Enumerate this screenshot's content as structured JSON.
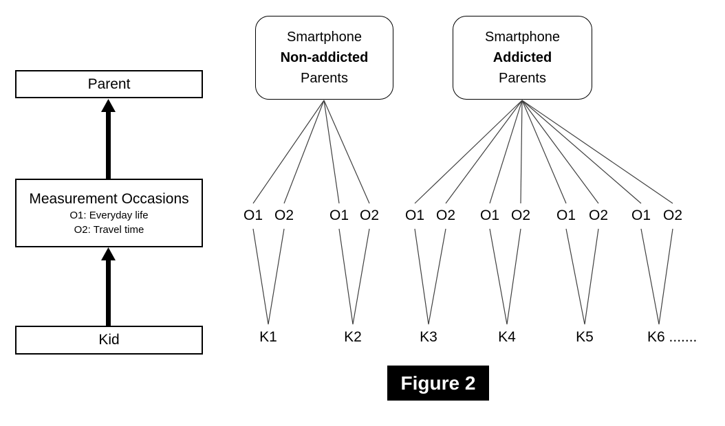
{
  "figure_label": "Figure 2",
  "colors": {
    "connector_line": "#3f3f3f",
    "box_border": "#000000",
    "figure_label_bg": "#000000",
    "figure_label_fg": "#ffffff"
  },
  "left_panel": {
    "parent_label": "Parent",
    "measurement": {
      "title": "Measurement Occasions",
      "occasion1": "O1: Everyday life",
      "occasion2": "O2: Travel time"
    },
    "kid_label": "Kid"
  },
  "groups": [
    {
      "id": "non-addicted",
      "title_line1": "Smartphone",
      "title_line2": "Non-addicted",
      "title_line3": "Parents",
      "kids": [
        {
          "label": "K1",
          "occasions": [
            "O1",
            "O2"
          ]
        },
        {
          "label": "K2",
          "occasions": [
            "O1",
            "O2"
          ]
        }
      ]
    },
    {
      "id": "addicted",
      "title_line1": "Smartphone",
      "title_line2": "Addicted",
      "title_line3": "Parents",
      "kids": [
        {
          "label": "K3",
          "occasions": [
            "O1",
            "O2"
          ]
        },
        {
          "label": "K4",
          "occasions": [
            "O1",
            "O2"
          ]
        },
        {
          "label": "K5",
          "occasions": [
            "O1",
            "O2"
          ]
        },
        {
          "label": "K6",
          "suffix": ".......",
          "occasions": [
            "O1",
            "O2"
          ]
        }
      ]
    }
  ]
}
